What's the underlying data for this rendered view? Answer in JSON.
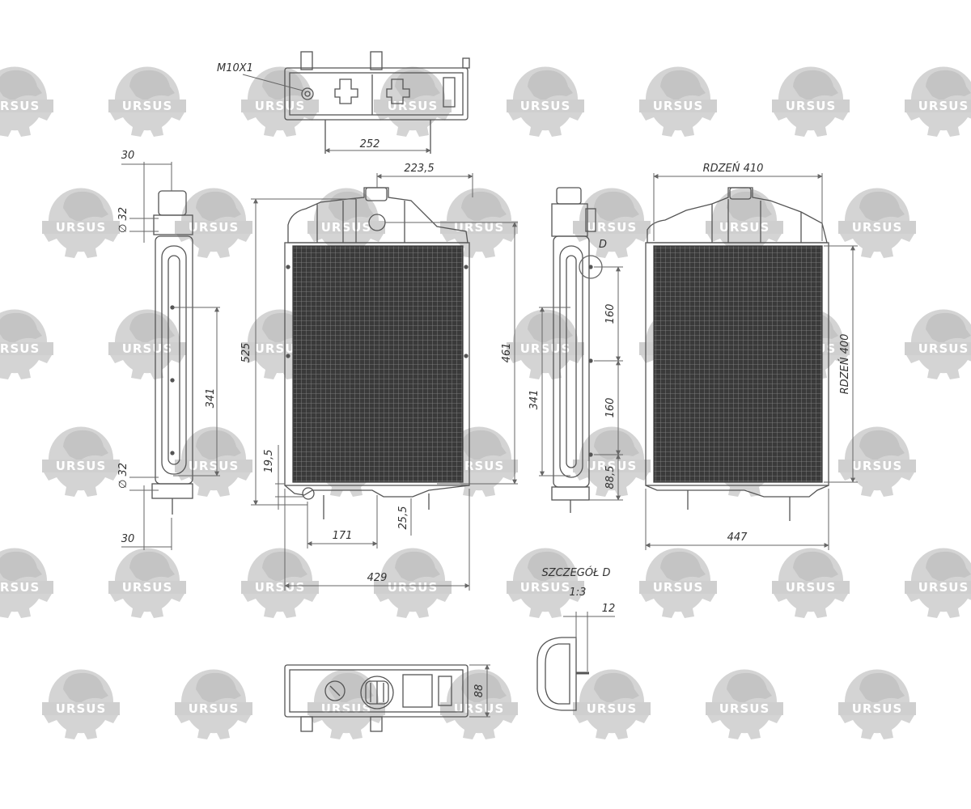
{
  "watermark": {
    "text": "URSUS",
    "color": "#d4d4d4"
  },
  "colors": {
    "line": "#555555",
    "dim": "#666666",
    "core": "#3c3c3c",
    "core_grid": "#777777"
  },
  "callouts": {
    "thread": "M10X1",
    "detail_marker": "D"
  },
  "detail": {
    "title": "SZCZEGÓŁ D",
    "scale": "1:3",
    "dim": "12"
  },
  "dimensions": {
    "top_width": "252",
    "side_top": "30",
    "side_bottom": "30",
    "pipe_top": "∅ 32",
    "pipe_bottom": "∅ 32",
    "side_height": "341",
    "cap_offset": "223,5",
    "total_height": "525",
    "core_side_height": "461",
    "bottom_offset": "19,5",
    "mount_spacing": "171",
    "foot_height": "25,5",
    "overall_width": "429",
    "right_side_height": "341",
    "spacing_1": "160",
    "spacing_2": "160",
    "spacing_3": "88,5",
    "core_width": "RDZEŃ 410",
    "core_height": "RDZEŃ 400",
    "rear_width": "447",
    "bottom_depth": "88"
  }
}
